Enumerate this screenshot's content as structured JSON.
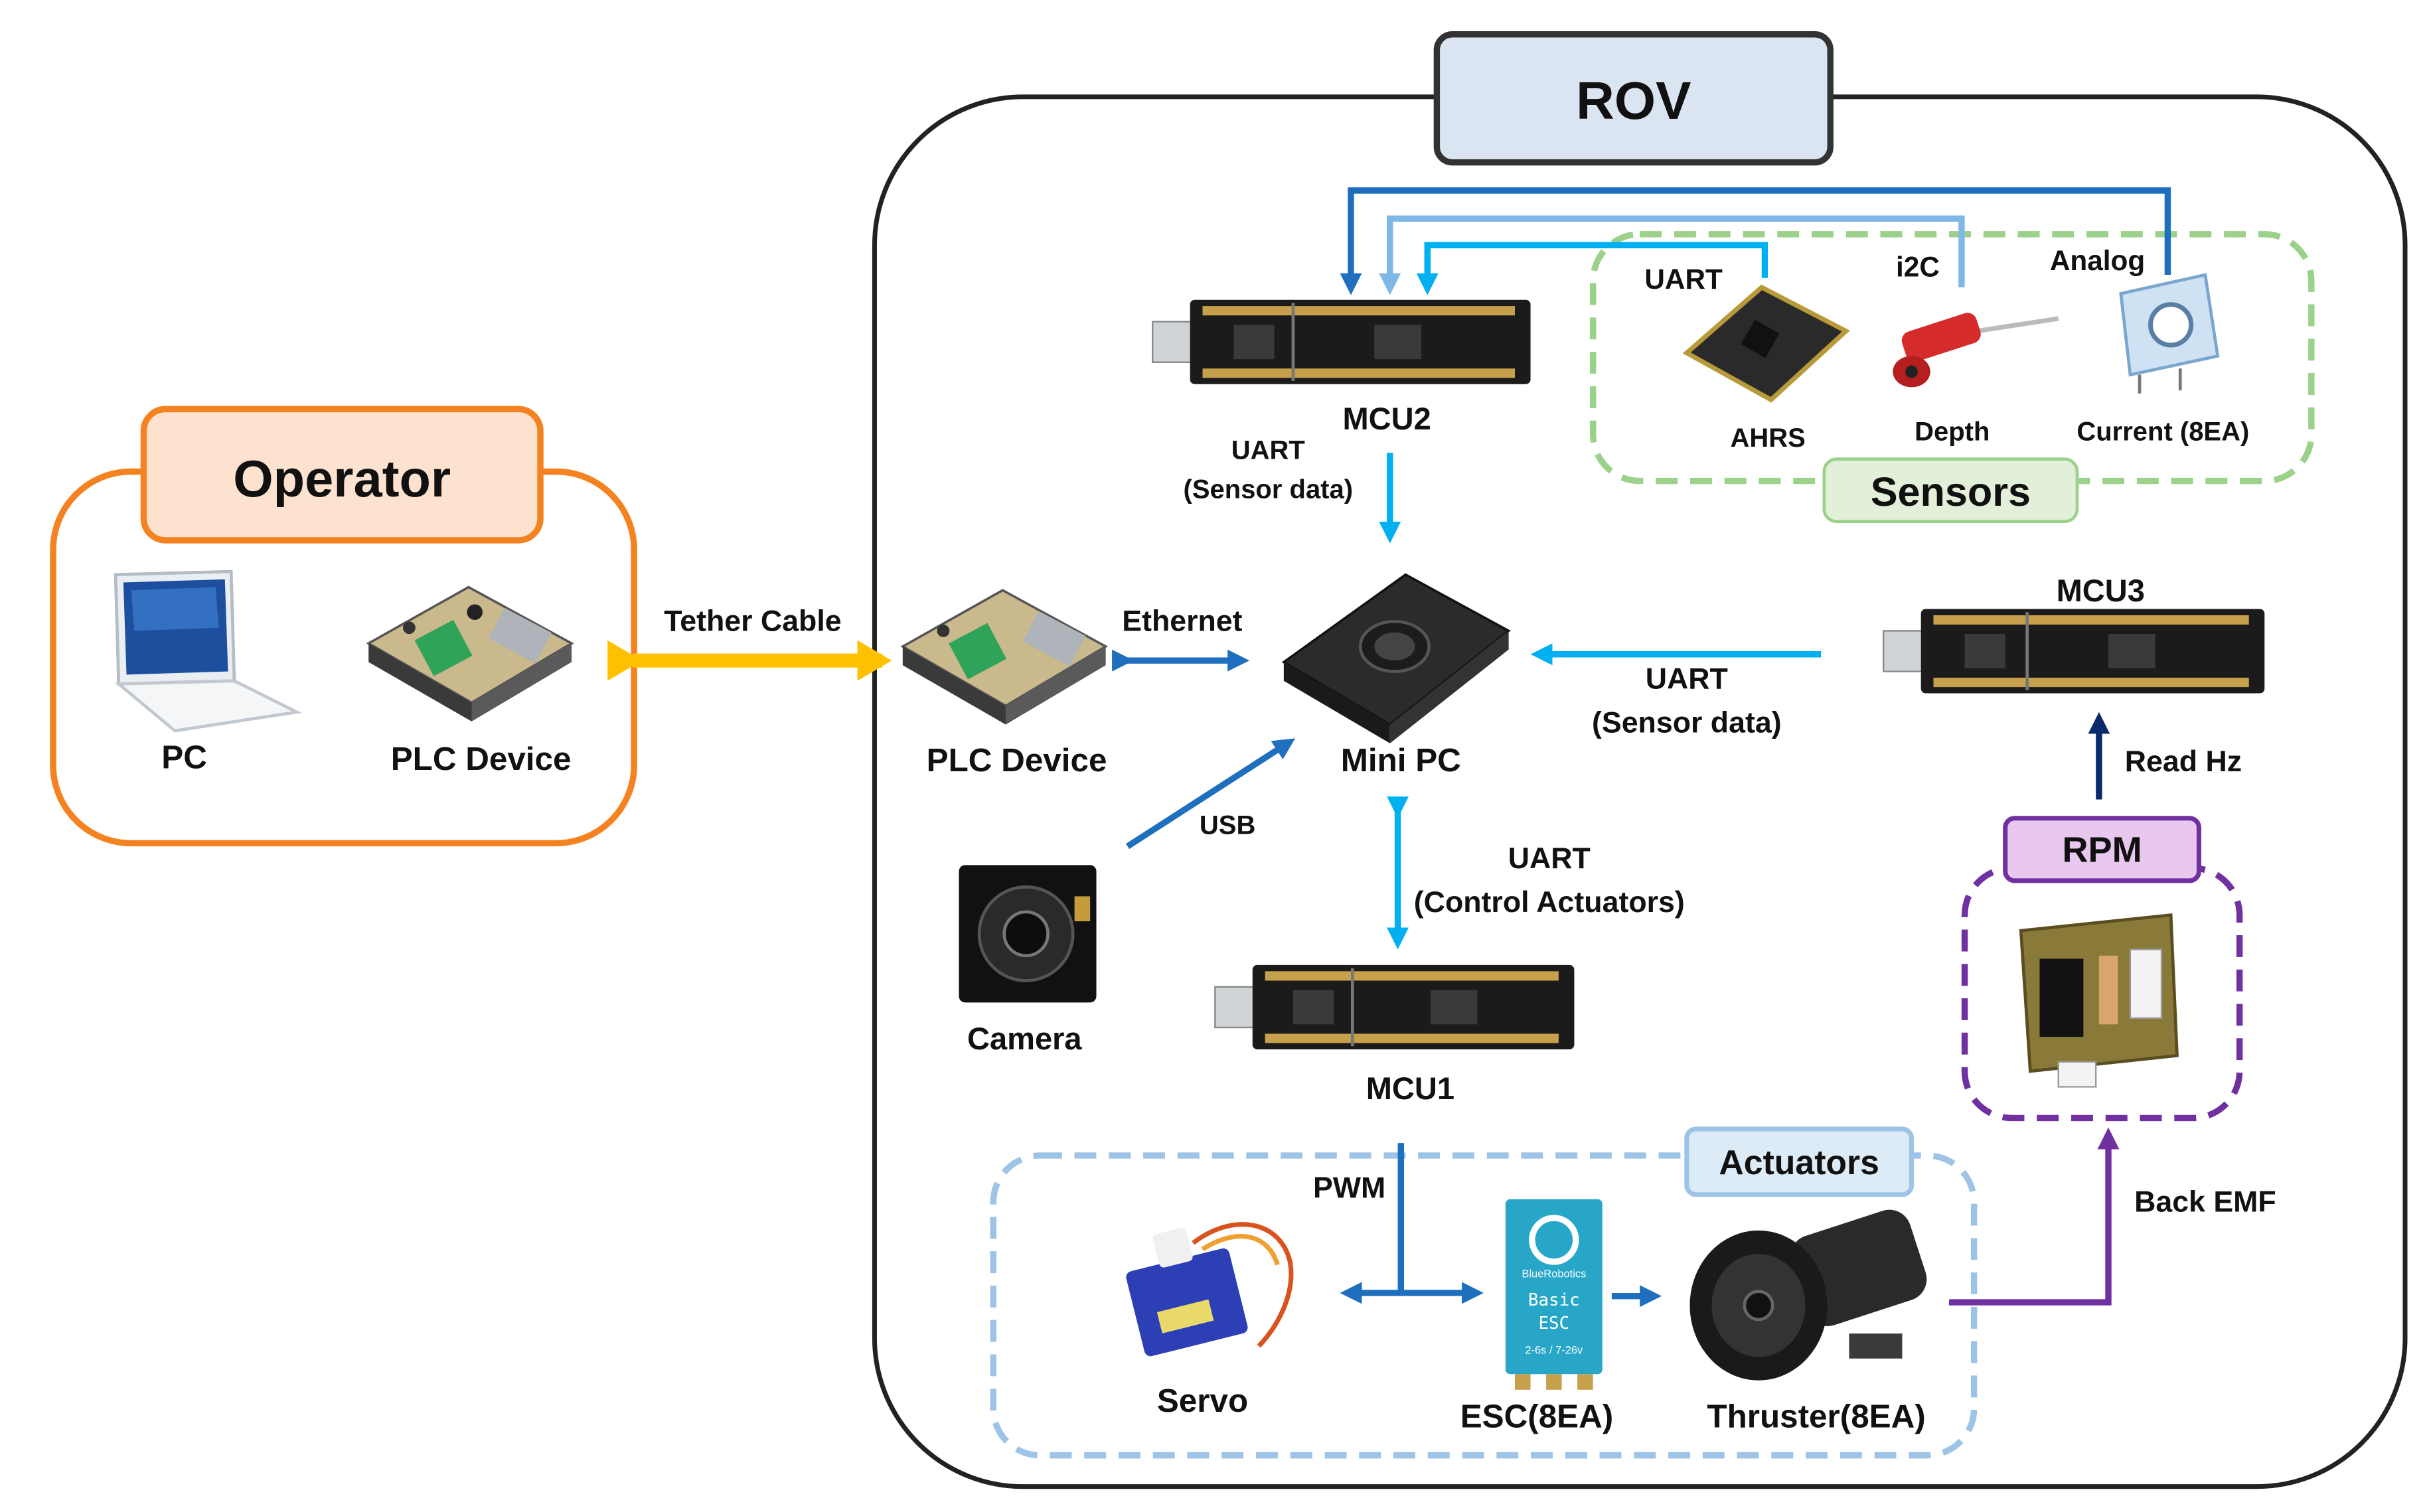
{
  "title": "ROV",
  "operator": {
    "title": "Operator",
    "pc": "PC",
    "plc": "PLC Device"
  },
  "tether": "Tether Cable",
  "rov": {
    "plc": "PLC Device",
    "ethernet": "Ethernet",
    "mini_pc": "Mini PC",
    "usb": "USB",
    "camera": "Camera",
    "mcu1": "MCU1",
    "mcu2": "MCU2",
    "mcu3": "MCU3",
    "uart_mcu2_line1": "UART",
    "uart_mcu2_line2": "(Sensor data)",
    "uart_mcu3_line1": "UART",
    "uart_mcu3_line2": "(Sensor data)",
    "uart_mcu1_line1": "UART",
    "uart_mcu1_line2": "(Control Actuators)",
    "read_hz": "Read Hz",
    "back_emf": "Back EMF",
    "pwm": "PWM"
  },
  "sensors": {
    "title": "Sensors",
    "uart": "UART",
    "i2c": "i2C",
    "analog": "Analog",
    "ahrs": "AHRS",
    "depth": "Depth",
    "current": "Current (8EA)"
  },
  "actuators": {
    "title": "Actuators",
    "servo": "Servo",
    "esc": "ESC(8EA)",
    "thruster": "Thruster(8EA)",
    "esc_brand": "BlueRobotics",
    "esc_label1": "Basic",
    "esc_label2": "ESC",
    "esc_voltage": "2-6s / 7-26v"
  },
  "rpm": {
    "title": "RPM"
  },
  "colors": {
    "operator_border": "#f58220",
    "operator_fill": "#fde3cf",
    "rov_title_fill": "#dbe5f1",
    "sensors_border": "#9bd18a",
    "sensors_fill": "#e2f0d9",
    "actuators_border": "#9dc3e6",
    "actuators_fill": "#ddebf7",
    "rpm_border": "#7030a0",
    "rpm_fill": "#e8c8ee",
    "tether": "#ffc000",
    "dark_blue": "#1f6fbf",
    "light_blue": "#00b0f0",
    "purple": "#7030a0"
  }
}
